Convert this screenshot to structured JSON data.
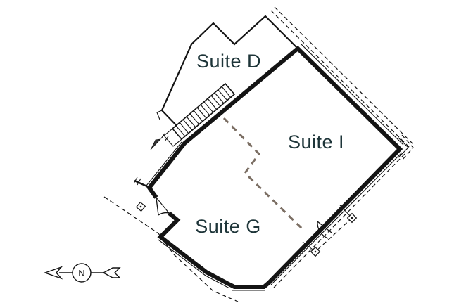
{
  "plan": {
    "suites": {
      "d": {
        "label": "Suite D"
      },
      "i": {
        "label": "Suite I"
      },
      "g": {
        "label": "Suite G"
      }
    }
  },
  "compass": {
    "label": "N"
  },
  "colors": {
    "background": "#ffffff",
    "walls": "#141414",
    "label_text": "#1e3539",
    "separation_line": "#7b6e63"
  }
}
